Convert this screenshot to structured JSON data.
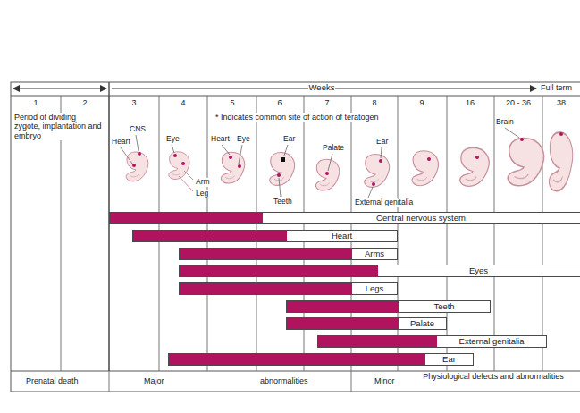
{
  "diagram": {
    "nodes": [
      {
        "text": [
          "Central nervous system"
        ]
      },
      {
        "text": [
          "Heart"
        ]
      },
      {
        "text": [
          "Arms"
        ]
      },
      {
        "text": [
          "Eyes"
        ]
      },
      {
        "text": [
          "Legs"
        ]
      },
      {
        "text": [
          "Teeth"
        ]
      },
      {
        "text": [
          "Palate"
        ]
      },
      {
        "text": [
          "External genitalia"
        ]
      },
      {
        "text": [
          "Ear"
        ]
      }
    ],
    "labels": [
      "Weeks",
      "Full term",
      "1",
      "2",
      "3",
      "4",
      "5",
      "6",
      "7",
      "8",
      "9",
      "16",
      "20 - 36",
      "38",
      "Period of dividing zygote, implantation and embryo",
      "* Indicates common site of action of teratogen",
      "CNS",
      "Heart",
      "Eye",
      "Heart",
      "Eye",
      "Arm",
      "Leg",
      "Ear",
      "Teeth",
      "Palate",
      "Ear",
      "External genitalia",
      "Brain",
      "Prenatal death",
      "Major",
      "abnormalities",
      "Minor",
      "Physiological defects and abnormalities"
    ]
  }
}
